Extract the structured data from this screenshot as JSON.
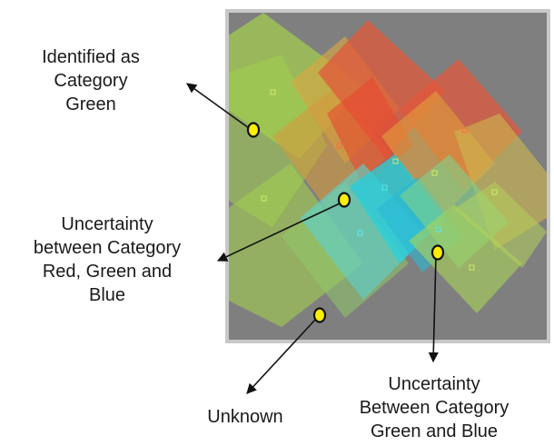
{
  "annotations": [
    {
      "id": "identified",
      "text": "Identified as\nCategory\nGreen"
    },
    {
      "id": "uncert-rgb",
      "text": "Uncertainty\nbetween Category\nRed, Green and\nBlue"
    },
    {
      "id": "unknown",
      "text": "Unknown"
    },
    {
      "id": "uncert-gb",
      "text": "Uncertainty\nBetween Category\nGreen and Blue"
    }
  ],
  "colors": {
    "background": "#ffffff",
    "panel_fill": "#7f7f7f",
    "panel_border": "#c8c8c8",
    "green_category": "#a2cf4e",
    "red_category": "#e2583a",
    "blue_category": "#27d0da",
    "orange_blend": "#e0a03c",
    "marker_fill": "#ffee00",
    "marker_stroke": "#111111",
    "arrow": "#111111"
  }
}
